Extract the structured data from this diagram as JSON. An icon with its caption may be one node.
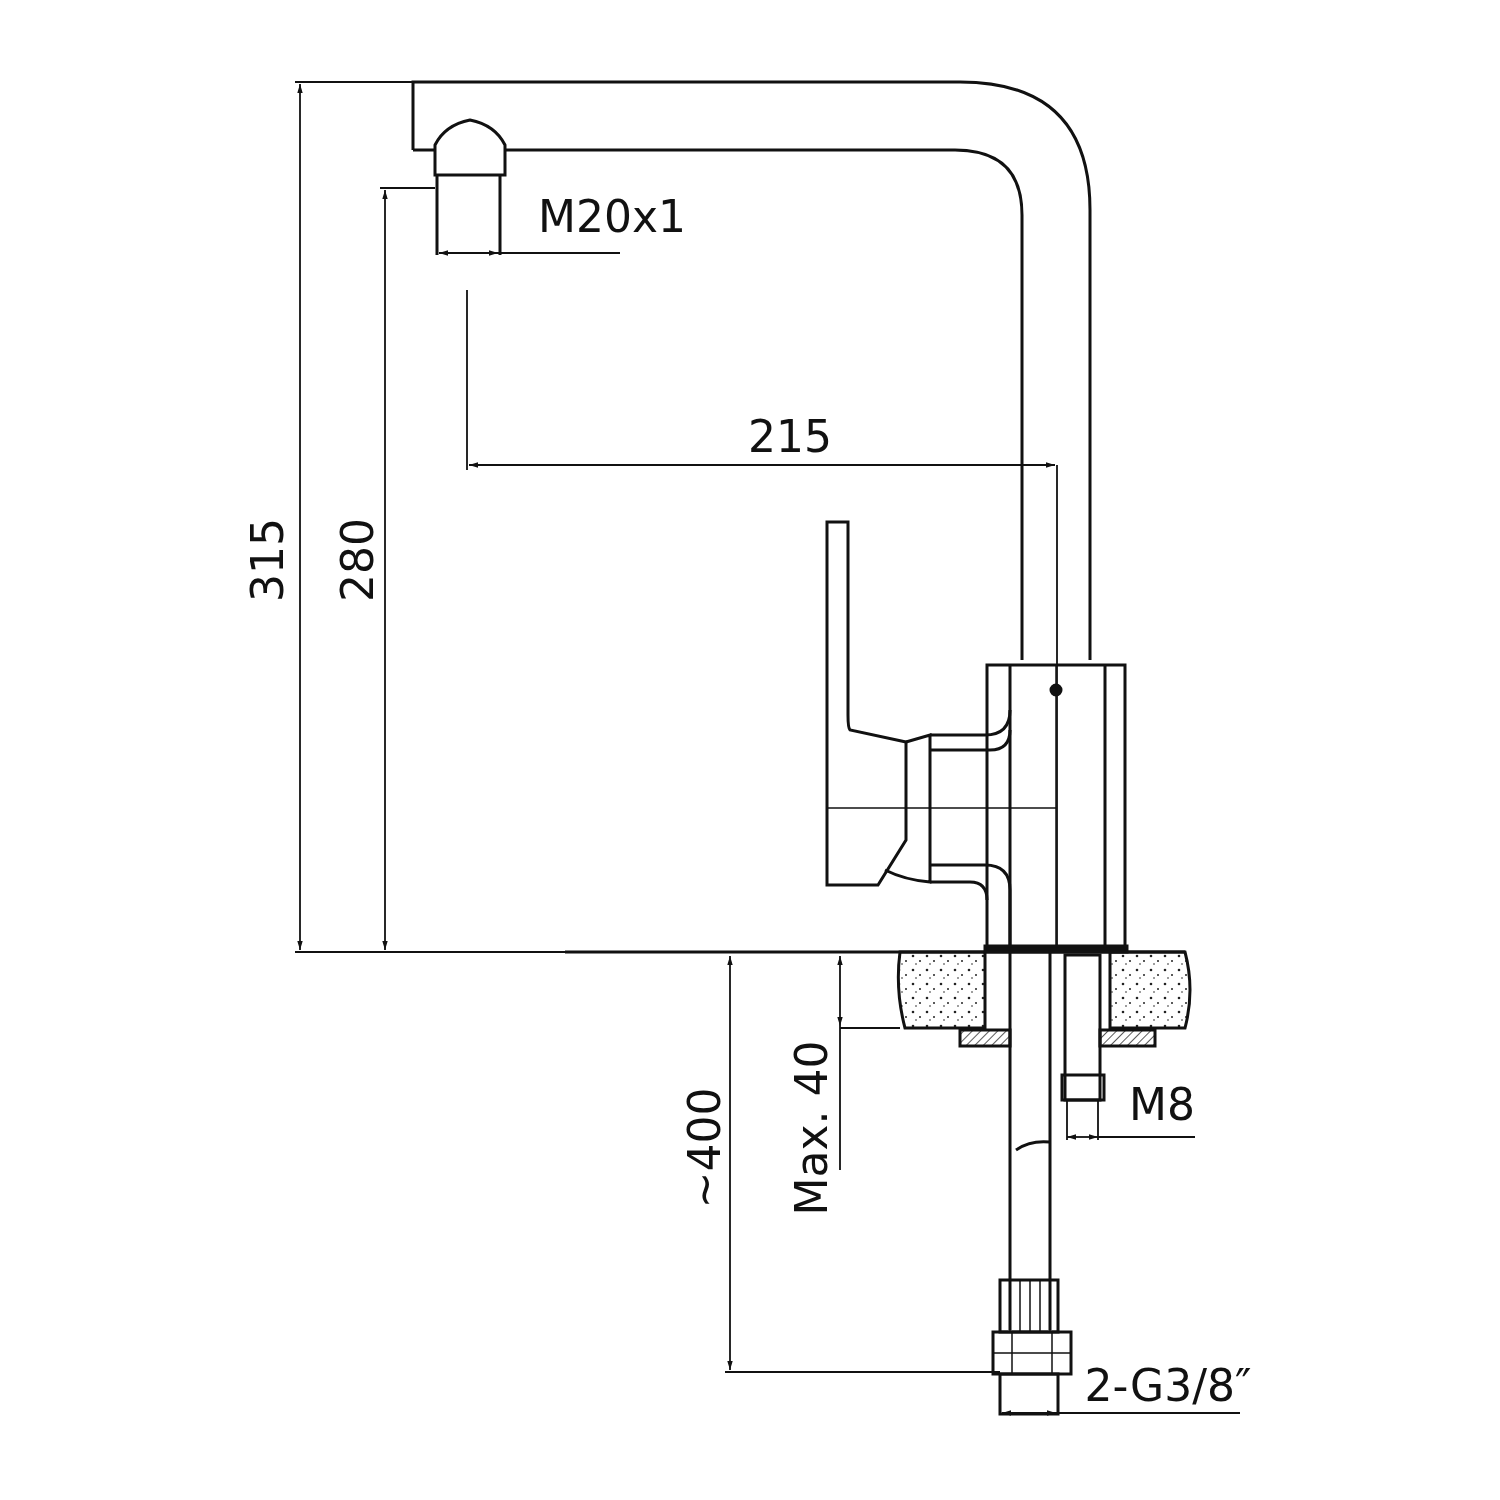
{
  "diagram": {
    "labels": [
      "M20x1",
      "215",
      "315",
      "280",
      "Max. 40",
      "M8",
      "~400",
      "2-G3/8″"
    ]
  }
}
